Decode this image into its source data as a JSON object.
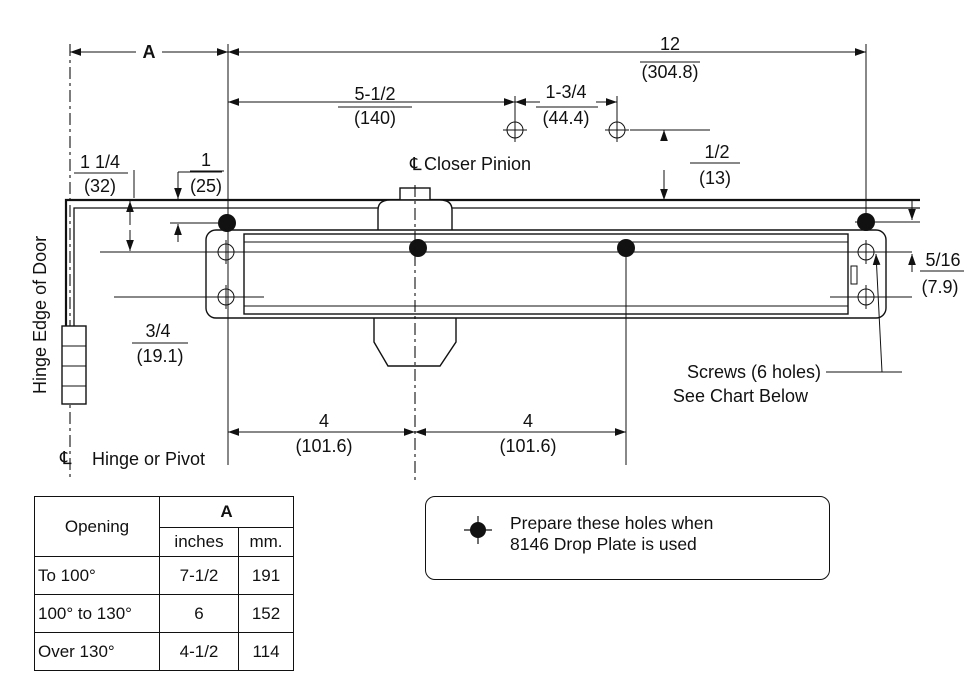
{
  "dimensions": {
    "a_label": "A",
    "overall_in": "12",
    "overall_mm": "(304.8)",
    "pinion_to_hole_in": "5-1/2",
    "pinion_to_hole_mm": "(140)",
    "hole_spacing_in": "1-3/4",
    "hole_spacing_mm": "(44.4)",
    "hole_drop_in": "1/2",
    "hole_drop_mm": "(13)",
    "hinge_offset_in": "1 1/4",
    "hinge_offset_mm": "(32)",
    "top_offset_in": "1",
    "top_offset_mm": "(25)",
    "screw_offset_in": "3/4",
    "screw_offset_mm": "(19.1)",
    "side_offset_in": "5/16",
    "side_offset_mm": "(7.9)",
    "span_left_in": "4",
    "span_left_mm": "(101.6)",
    "span_right_in": "4",
    "span_right_mm": "(101.6)"
  },
  "labels": {
    "closer_pinion": "Closer Pinion",
    "hinge_edge": "Hinge Edge of Door",
    "hinge_pivot": "Hinge or Pivot",
    "centerline_symbol": "℄",
    "screws_line1": "Screws (6 holes)",
    "screws_line2": "See Chart Below"
  },
  "table": {
    "col_opening": "Opening",
    "col_a": "A",
    "col_inches": "inches",
    "col_mm": "mm.",
    "rows": [
      {
        "opening": "To 100°",
        "inches": "7-1/2",
        "mm": "191"
      },
      {
        "opening": "100° to 130°",
        "inches": "6",
        "mm": "152"
      },
      {
        "opening": "Over 130°",
        "inches": "4-1/2",
        "mm": "114"
      }
    ]
  },
  "legend": {
    "line1": "Prepare these holes when",
    "line2": "8146 Drop Plate is used"
  }
}
